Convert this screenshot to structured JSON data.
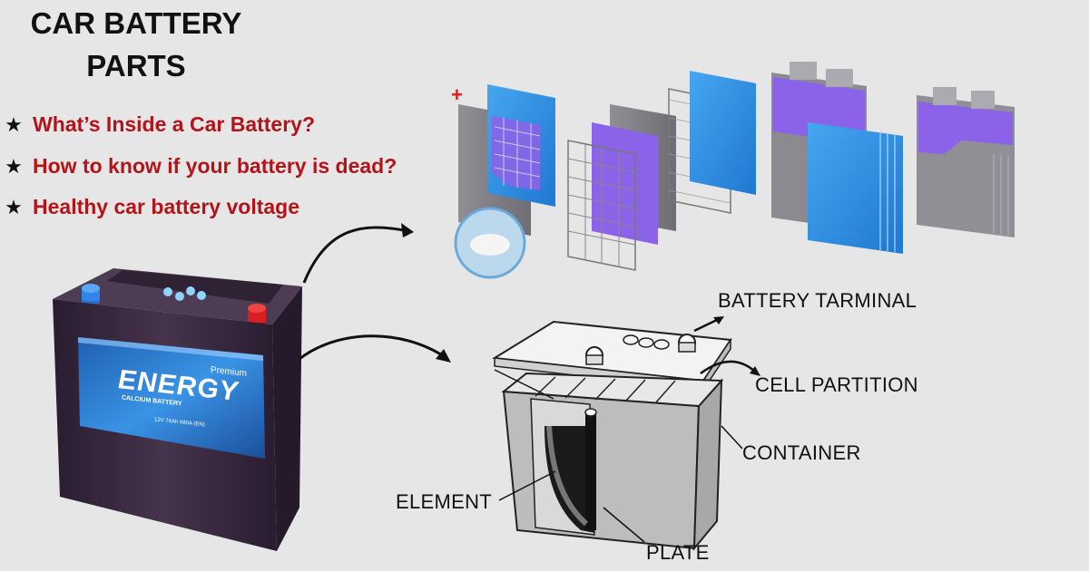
{
  "title": "CAR BATTERY\nPARTS",
  "bullets": [
    "What’s Inside a Car Battery?",
    "How to know if your battery is dead?",
    "Healthy car battery voltage"
  ],
  "battery": {
    "brand": "ENERGY",
    "tier": "Premium",
    "type": "CALCIUM BATTERY",
    "spec": "12V 74Ah 680A (EN)"
  },
  "diagram_labels": {
    "terminal": "BATTERY TARMINAL",
    "partition": "CELL PARTITION",
    "container": "CONTAINER",
    "element": "ELEMENT",
    "plate": "PLATE",
    "plus": "+"
  },
  "colors": {
    "bullet_text": "#b3141a",
    "battery_body": "#3a2a40",
    "label_blue": "#2f7fd6",
    "plate_purple": "#8b63e8",
    "plate_blue": "#2f8fe6"
  }
}
